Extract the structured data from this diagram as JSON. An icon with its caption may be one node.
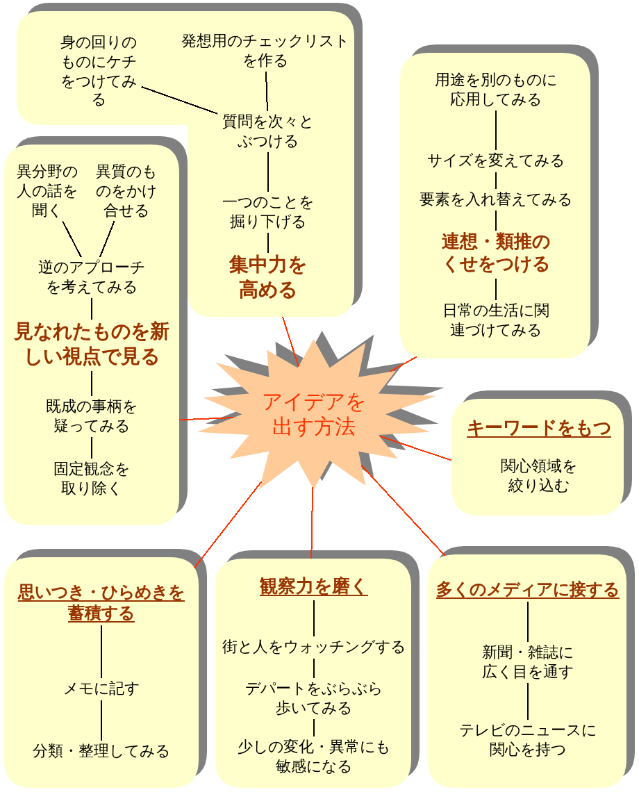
{
  "diagram": {
    "nodes": [
      {
        "text": [],
        "shape": "box"
      },
      {
        "text": [
          "身の回りのものにケチをつけてみる"
        ],
        "in": 0
      },
      {
        "text": [
          "発想用のチェックリストを作る"
        ],
        "in": 0
      },
      {
        "text": [
          "質問を次々とぶつける"
        ],
        "in": 0
      },
      {
        "text": [
          "一つのことを掘り下げる"
        ],
        "in": 0
      },
      {
        "text": [
          "集中力を高める"
        ],
        "in": 0
      },
      {
        "text": [],
        "shape": "box"
      },
      {
        "text": [
          "用途を別のものに応用してみる"
        ],
        "in": 6
      },
      {
        "text": [
          "サイズを変えてみる"
        ],
        "in": 6
      },
      {
        "text": [
          "要素を入れ替えてみる"
        ],
        "in": 6
      },
      {
        "text": [
          "連想・類推のくせをつける"
        ],
        "in": 6
      },
      {
        "text": [
          "日常の生活に関連づけてみる"
        ],
        "in": 6
      },
      {
        "text": [],
        "shape": "box"
      },
      {
        "text": [
          "異分野の人の話を聞く"
        ],
        "in": 12
      },
      {
        "text": [
          "異質のものをかけ合せる"
        ],
        "in": 12
      },
      {
        "text": [
          "逆のアプローチを考えてみる"
        ],
        "in": 12
      },
      {
        "text": [
          "見なれたものを新しい視点で見る"
        ],
        "in": 12
      },
      {
        "text": [
          "既成の事柄を疑ってみる"
        ],
        "in": 12
      },
      {
        "text": [
          "固定観念を取り除く"
        ],
        "in": 12
      },
      {
        "text": [
          "アイデアを出す方法"
        ]
      },
      {
        "text": [],
        "shape": "box"
      },
      {
        "text": [
          "キーワードをもつ"
        ],
        "in": 20
      },
      {
        "text": [
          "関心領域を絞り込む"
        ],
        "in": 20
      },
      {
        "text": [],
        "shape": "box"
      },
      {
        "text": [
          "思いつき・ひらめきを蓄積する"
        ],
        "in": 23
      },
      {
        "text": [
          "メモに記す"
        ],
        "in": 23
      },
      {
        "text": [
          "分類・整理してみる"
        ],
        "in": 23
      },
      {
        "text": [],
        "shape": "box"
      },
      {
        "text": [
          "観察力を磨く"
        ],
        "in": 27
      },
      {
        "text": [
          "街と人をウォッチングする"
        ],
        "in": 27
      },
      {
        "text": [
          "デパートをぶらぶら歩いてみる"
        ],
        "in": 27
      },
      {
        "text": [
          "少しの変化・異常にも敏感になる"
        ],
        "in": 27
      },
      {
        "text": [],
        "shape": "box"
      },
      {
        "text": [
          "多くのメディアに接する"
        ],
        "in": 32
      },
      {
        "text": [
          "新聞・雑誌に広く目を通す"
        ],
        "in": 32
      },
      {
        "text": [
          "テレビのニュースに関心を持つ"
        ],
        "in": 32
      }
    ],
    "edges": [
      {
        "from": 1,
        "to": 3,
        "arrow": "none"
      },
      {
        "from": 2,
        "to": 3,
        "arrow": "none"
      },
      {
        "from": 3,
        "to": 4,
        "arrow": "none"
      },
      {
        "from": 4,
        "to": 5,
        "arrow": "none"
      },
      {
        "from": 7,
        "to": 8,
        "arrow": "none"
      },
      {
        "from": 8,
        "to": 9,
        "arrow": "none"
      },
      {
        "from": 9,
        "to": 10,
        "arrow": "none"
      },
      {
        "from": 10,
        "to": 11,
        "arrow": "none"
      },
      {
        "from": 13,
        "to": 15,
        "arrow": "none"
      },
      {
        "from": 14,
        "to": 15,
        "arrow": "none"
      },
      {
        "from": 15,
        "to": 16,
        "arrow": "none"
      },
      {
        "from": 16,
        "to": 17,
        "arrow": "none"
      },
      {
        "from": 17,
        "to": 18,
        "arrow": "none"
      },
      {
        "from": 24,
        "to": 25,
        "arrow": "none"
      },
      {
        "from": 25,
        "to": 26,
        "arrow": "none"
      },
      {
        "from": 28,
        "to": 29,
        "arrow": "none"
      },
      {
        "from": 29,
        "to": 30,
        "arrow": "none"
      },
      {
        "from": 30,
        "to": 31,
        "arrow": "none"
      },
      {
        "from": 33,
        "to": 34,
        "arrow": "none"
      },
      {
        "from": 34,
        "to": 35,
        "arrow": "none"
      },
      {
        "from": 19,
        "to": 0,
        "arrow": "none",
        "color": "#ff3300"
      },
      {
        "from": 19,
        "to": 6,
        "arrow": "none",
        "color": "#ff3300"
      },
      {
        "from": 19,
        "to": 12,
        "arrow": "none",
        "color": "#ff3300"
      },
      {
        "from": 19,
        "to": 20,
        "arrow": "none",
        "color": "#ff3300"
      },
      {
        "from": 19,
        "to": 23,
        "arrow": "none",
        "color": "#ff3300"
      },
      {
        "from": 19,
        "to": 27,
        "arrow": "none",
        "color": "#ff3300"
      },
      {
        "from": 19,
        "to": 32,
        "arrow": "none",
        "color": "#ff3300"
      }
    ]
  }
}
